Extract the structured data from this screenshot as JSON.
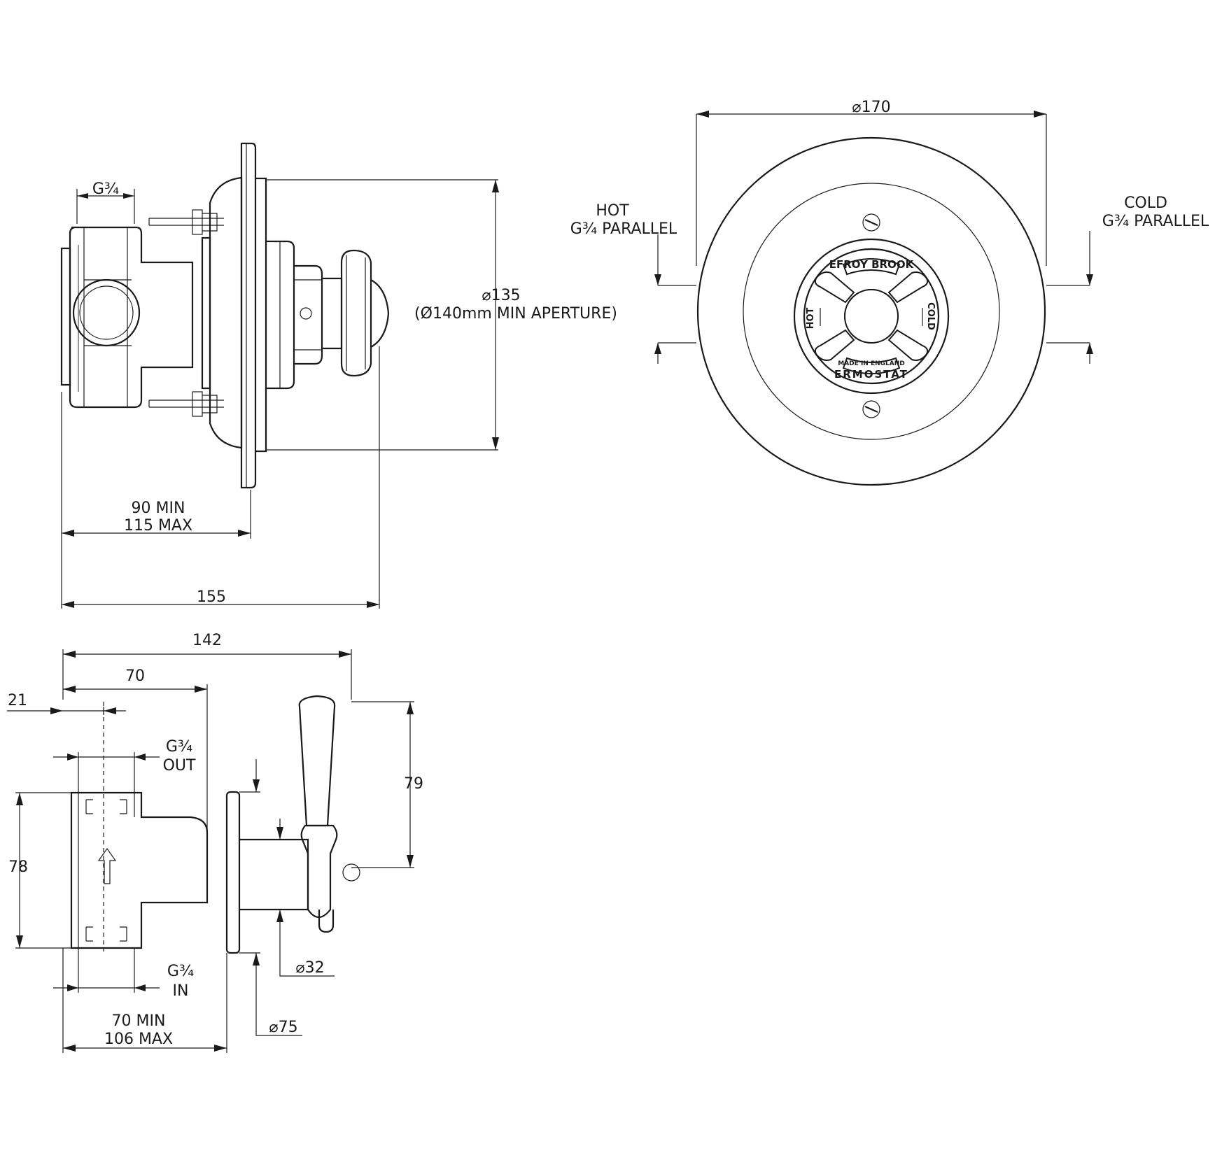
{
  "side_view": {
    "g34_top": "G¾",
    "dia_135": "⌀135",
    "aperture": "(Ø140mm MIN APERTURE)",
    "min_90": "90 MIN",
    "max_115": "115 MAX",
    "len_155": "155"
  },
  "front_view": {
    "dia_170": "⌀170",
    "hot_label": "HOT",
    "hot_thread": "G¾ PARALLEL",
    "cold_label": "COLD",
    "cold_thread": "G¾ PARALLEL",
    "brand_arc": "EFROY BROOK",
    "hot_dial": "HOT",
    "cold_dial": "COLD",
    "made_in": "MADE IN ENGLAND",
    "thermostat": "ERMOSTAT"
  },
  "bottom_view": {
    "len_142": "142",
    "len_70": "70",
    "len_21": "21",
    "g34_out": "G¾",
    "out_label": "OUT",
    "h_78": "78",
    "h_79": "79",
    "g34_in": "G¾",
    "in_label": "IN",
    "dia_32": "⌀32",
    "dia_75": "⌀75",
    "min_70": "70 MIN",
    "max_106": "106 MAX"
  }
}
